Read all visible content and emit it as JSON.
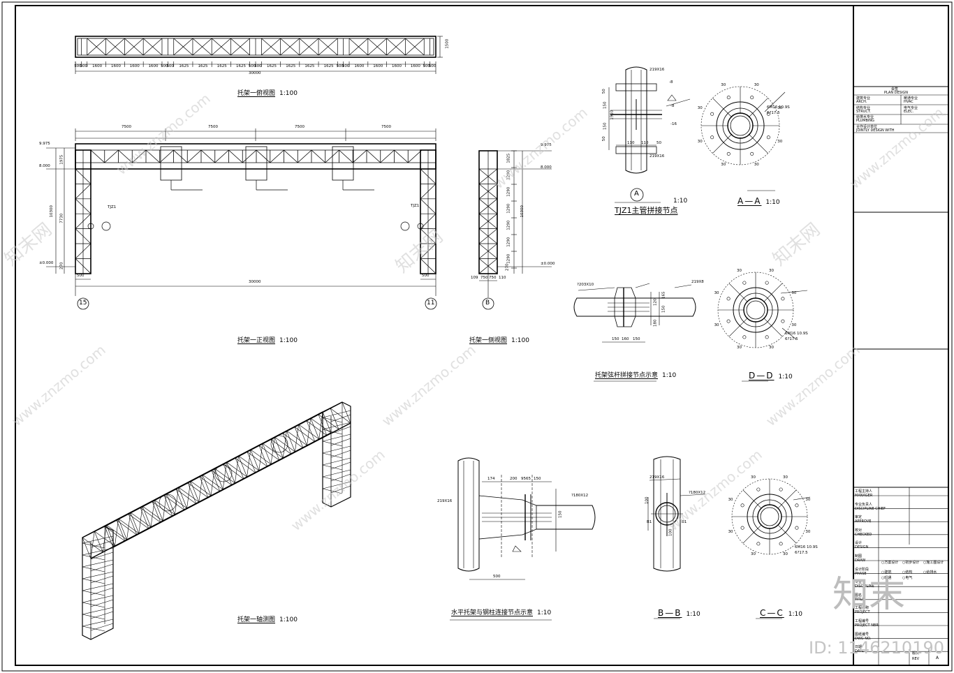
{
  "drawing": {
    "titles": {
      "top_view": {
        "name": "托架一俯视图",
        "scale": "1:100"
      },
      "front_view": {
        "name": "托架一正视图",
        "scale": "1:100"
      },
      "side_view": {
        "name": "托架一侧视图",
        "scale": "1:100"
      },
      "axo_view": {
        "name": "托架一轴测图",
        "scale": "1:100"
      },
      "node_a": {
        "name": "TJZ1主管拼接节点",
        "scale": "1:10",
        "marker": "A"
      },
      "section_aa": {
        "name": "A—A",
        "scale": "1:10"
      },
      "chord_splice": {
        "name": "托架弦杆拼接节点示意",
        "scale": "1:10"
      },
      "section_dd": {
        "name": "D—D",
        "scale": "1:10"
      },
      "column_joint": {
        "name": "水平托架与钢柱连接节点示意",
        "scale": "1:10"
      },
      "section_bb": {
        "name": "B—B",
        "scale": "1:10"
      },
      "section_cc": {
        "name": "C—C",
        "scale": "1:10"
      }
    },
    "top_view": {
      "height_dim": "1500",
      "segments": [
        "500",
        "500",
        "1600",
        "1600",
        "1600",
        "1600",
        "500",
        "500",
        "1625",
        "1625",
        "1625",
        "1625",
        "500",
        "500",
        "1625",
        "1625",
        "1625",
        "1625",
        "500",
        "500",
        "1600",
        "1600",
        "1600",
        "1600",
        "500",
        "500"
      ],
      "total": "30000"
    },
    "front_view": {
      "spans": [
        "7500",
        "7500",
        "7500",
        "7500"
      ],
      "total": "30000",
      "left_elevations": [
        "9.975",
        "8.000",
        "±0.000"
      ],
      "left_dims": [
        "1975",
        "10300",
        "7730",
        "270"
      ],
      "member_tag": "TJZ1",
      "end_dims": [
        "500",
        "500"
      ],
      "axis_left": "15",
      "axis_right": "11"
    },
    "side_view": {
      "elevations": [
        "9.975",
        "8.000",
        "±0.000"
      ],
      "vertical_dims": [
        "1825",
        "1290",
        "1290",
        "1290",
        "1290",
        "1290",
        "1290",
        "10300",
        "270"
      ],
      "bottom_dims": [
        "109",
        "750",
        "750",
        "110"
      ],
      "axis": "B"
    },
    "node_a_dims": [
      "50",
      "150",
      "1910",
      "50",
      "150",
      "110",
      "110",
      "50",
      "-8",
      "-16",
      "-8"
    ],
    "node_a_pipe": "219X16",
    "section_aa_dims": [
      "30",
      "30",
      "30",
      "30",
      "30",
      "30",
      "30",
      "30"
    ],
    "section_aa_bolt": "6M16 10.9S",
    "section_aa_hole": "6?17.5",
    "chord_dims": [
      "150",
      "160",
      "150",
      "120",
      "150",
      "180",
      "165"
    ],
    "chord_pipe_left": "?203X10",
    "chord_pipe_right": "219X8",
    "section_dd_bolt": "6M16 10.9S",
    "section_dd_hole": "6?17.5",
    "column_dims": [
      "174",
      "200",
      "9565",
      "150",
      "500",
      "150"
    ],
    "column_pipe": "?180X12",
    "column_pipe_left": "219X16",
    "section_bb_dims": [
      "100",
      "100",
      "B1",
      "B1"
    ],
    "section_bb_pipe": "219X16",
    "section_bb_pipe2": "?180X12",
    "section_cc_bolt": "6M16 10.9S",
    "section_cc_hole": "6?17.5"
  },
  "title_block": {
    "top_label": "会签",
    "top_label_en": "PLAN DESIGN",
    "sign_rows": [
      {
        "cn": "建筑专业",
        "en": "ARCH.",
        "cn2": "暖通专业",
        "en2": "HVAC"
      },
      {
        "cn": "结构专业",
        "en": "STRUCT.",
        "cn2": "电气专业",
        "en2": "ELEC."
      },
      {
        "cn": "给排水专业",
        "en": "PLUMBING",
        "cn2": "",
        "en2": ""
      },
      {
        "cn": "合作设计单位",
        "en": "JOINTLY DESIGN WITH",
        "cn2": "",
        "en2": ""
      }
    ],
    "roles": [
      {
        "cn": "工程主持人",
        "en": "MANAGER"
      },
      {
        "cn": "专业负责人",
        "en": "DISCIPLINE CHIEF"
      },
      {
        "cn": "审定",
        "en": "APPROVE"
      },
      {
        "cn": "校对",
        "en": "CHECKED"
      },
      {
        "cn": "设计",
        "en": "DESIGN"
      },
      {
        "cn": "制图",
        "en": "DRAW"
      },
      {
        "cn": "设计阶段",
        "en": "PHASE"
      },
      {
        "cn": "专业",
        "en": "DISCIPLINE"
      },
      {
        "cn": "图名",
        "en": "TITLE"
      },
      {
        "cn": "工程名称",
        "en": "PROJECT"
      },
      {
        "cn": "工程编号",
        "en": "PROJECT NBR"
      },
      {
        "cn": "图纸编号",
        "en": "DWG NO."
      },
      {
        "cn": "日期",
        "en": "DATE"
      }
    ],
    "phase_options": [
      "方案设计",
      "初步设计",
      "施工图设计"
    ],
    "discipline_options": [
      "建筑",
      "结构",
      "给排水",
      "暖通",
      "电气"
    ],
    "rev_label": "版次",
    "rev_label_en": "REV",
    "rev_value": "A"
  },
  "watermark": {
    "site": "www.znzmo.com",
    "brand": "知末",
    "logo_text": "知末网",
    "id_text": "ID: 1146210190"
  }
}
